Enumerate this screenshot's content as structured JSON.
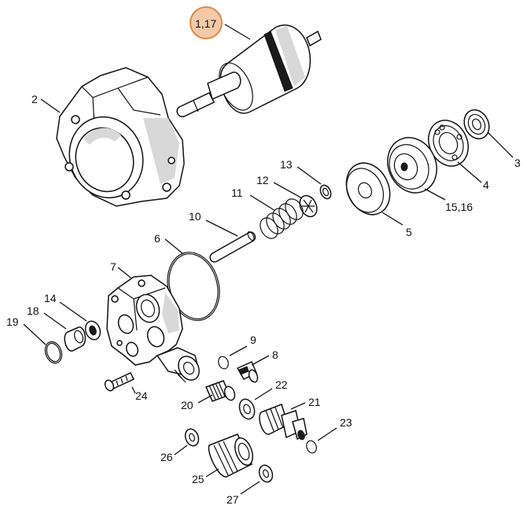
{
  "highlight": {
    "label": "1,17",
    "color": "#e08a4a",
    "fill": "#f3c9a8"
  },
  "labels": {
    "p1": "1,17",
    "p2": "2",
    "p3": "3",
    "p4": "4",
    "p5": "5",
    "p6": "6",
    "p7": "7",
    "p8": "8",
    "p9": "9",
    "p10": "10",
    "p11": "11",
    "p12": "12",
    "p13": "13",
    "p14": "14",
    "p15": "15,16",
    "p18": "18",
    "p19": "19",
    "p20": "20",
    "p21": "21",
    "p22": "22",
    "p23": "23",
    "p24": "24",
    "p25": "25",
    "p26": "26",
    "p27": "27"
  }
}
